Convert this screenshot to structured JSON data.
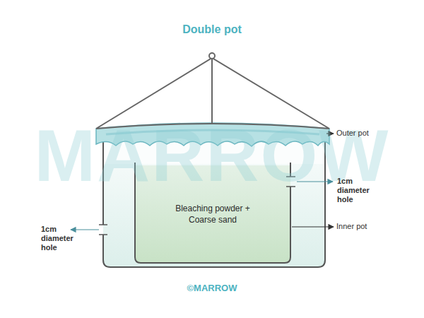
{
  "diagram": {
    "title": "Double pot",
    "nodes": [
      {
        "text": [
          "Bleaching powder + Coarse sand"
        ]
      }
    ],
    "labels": [
      "MARROW",
      "Outer pot",
      "1cm diameter hole",
      "Inner pot",
      "1cm diameter hole",
      "©MARROW"
    ]
  }
}
